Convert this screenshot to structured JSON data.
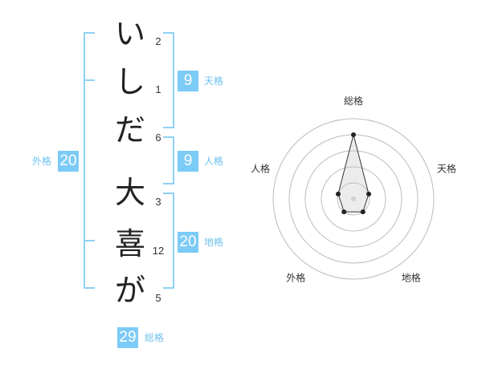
{
  "name": {
    "chars": [
      {
        "char": "い",
        "strokes": "2"
      },
      {
        "char": "し",
        "strokes": "1"
      },
      {
        "char": "だ",
        "strokes": "6"
      },
      {
        "char": "大",
        "strokes": "3"
      },
      {
        "char": "喜",
        "strokes": "12"
      },
      {
        "char": "が",
        "strokes": "5"
      }
    ]
  },
  "fortune": {
    "tenkaku": {
      "value": "9",
      "label": "天格"
    },
    "jinkaku": {
      "value": "9",
      "label": "人格"
    },
    "chikaku": {
      "value": "20",
      "label": "地格"
    },
    "gaikaku": {
      "value": "20",
      "label": "外格"
    },
    "soukaku": {
      "value": "29",
      "label": "総格"
    }
  },
  "colors": {
    "accent": "#7ccbf6",
    "line": "#8fd0f6"
  },
  "chart_data": {
    "type": "radar",
    "axes": [
      "総格",
      "天格",
      "地格",
      "外格",
      "人格"
    ],
    "values": [
      4,
      1,
      1,
      1,
      1
    ],
    "max": 5
  }
}
